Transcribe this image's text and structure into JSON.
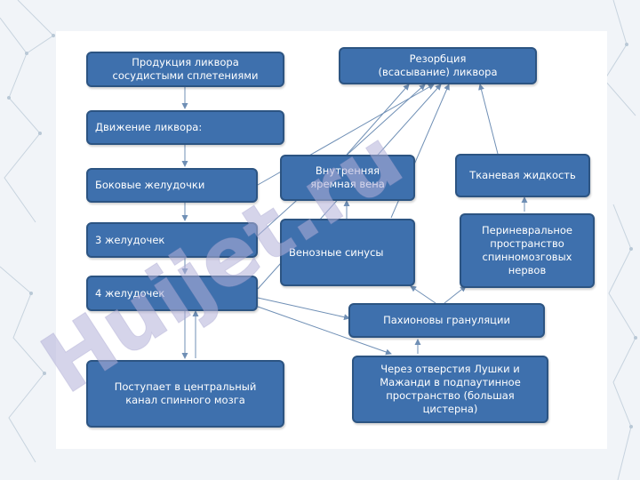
{
  "nodes": {
    "production": "Продукция ликвора\nсосудистыми сплетениями",
    "resorption": "Резорбция\n(всасывание) ликвора",
    "movement": "Движение ликвора:",
    "lateral": "Боковые желудочки",
    "internal_jugular": "Внутренняя\nяремная вена",
    "tissue_fluid": "Тканевая жидкость",
    "third": "3 желудочек",
    "venous_sinuses": "Венозные синусы",
    "perineural": "Периневральное\nпространство\nспинномозговых\nнервов",
    "fourth": "4 желудочек",
    "pachion": "Пахионовы грануляции",
    "central_canal": "Поступает в центральный\nканал спинного мозга",
    "luschka": "Через отверстия Лушки и\nМажанди в подпаутинное\nпространство (большая\nцистерна)"
  },
  "watermark": {
    "text": "Huijet.ru"
  },
  "colors": {
    "node_fill": "#3e70ad",
    "node_border": "#2c5482",
    "arrow": "#6f8fb5",
    "watermark": "#b3b0d9"
  }
}
